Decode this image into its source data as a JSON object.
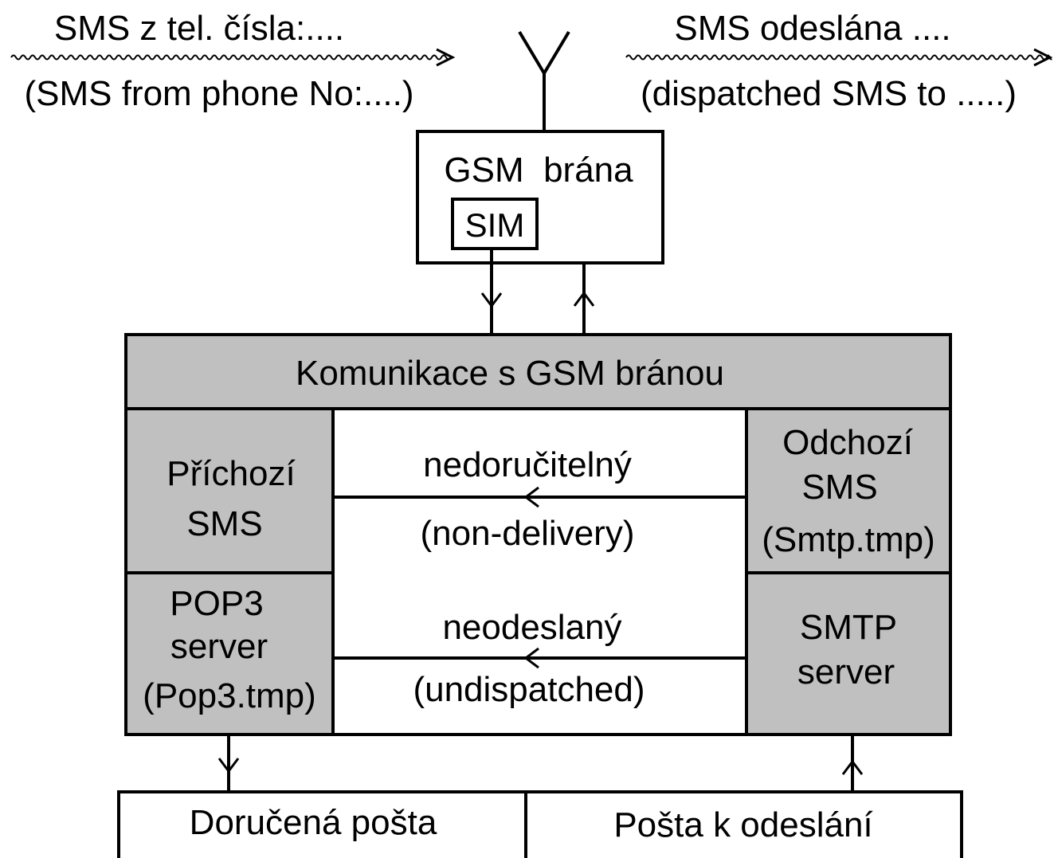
{
  "top_left": {
    "line1": "SMS z tel. čísla:....",
    "line2": "(SMS from phone No:....)"
  },
  "top_right": {
    "line1": "SMS odeslána ....",
    "line2": "(dispatched SMS to .....)"
  },
  "gateway": {
    "title": "GSM  brána",
    "sim": "SIM"
  },
  "comm": {
    "title": "Komunikace s GSM bránou"
  },
  "incoming": {
    "line1": "Příchozí",
    "line2": "SMS"
  },
  "pop3": {
    "line1": "POP3",
    "line2": "server",
    "line3": "(Pop3.tmp)"
  },
  "outgoing": {
    "line1": "Odchozí",
    "line2": "SMS",
    "line3": "(Smtp.tmp)"
  },
  "smtp": {
    "line1": "SMTP",
    "line2": "server"
  },
  "nondelivery": {
    "line1": "nedoručitelný",
    "line2": "(non-delivery)"
  },
  "undispatched": {
    "line1": "neodeslaný",
    "line2": "(undispatched)"
  },
  "mailbox": {
    "delivered": "Doručená pošta",
    "outbox": "Pošta k odeslání"
  },
  "colors": {
    "fill_gray": "#c0c0c0",
    "stroke": "#000000",
    "background": "#ffffff"
  }
}
